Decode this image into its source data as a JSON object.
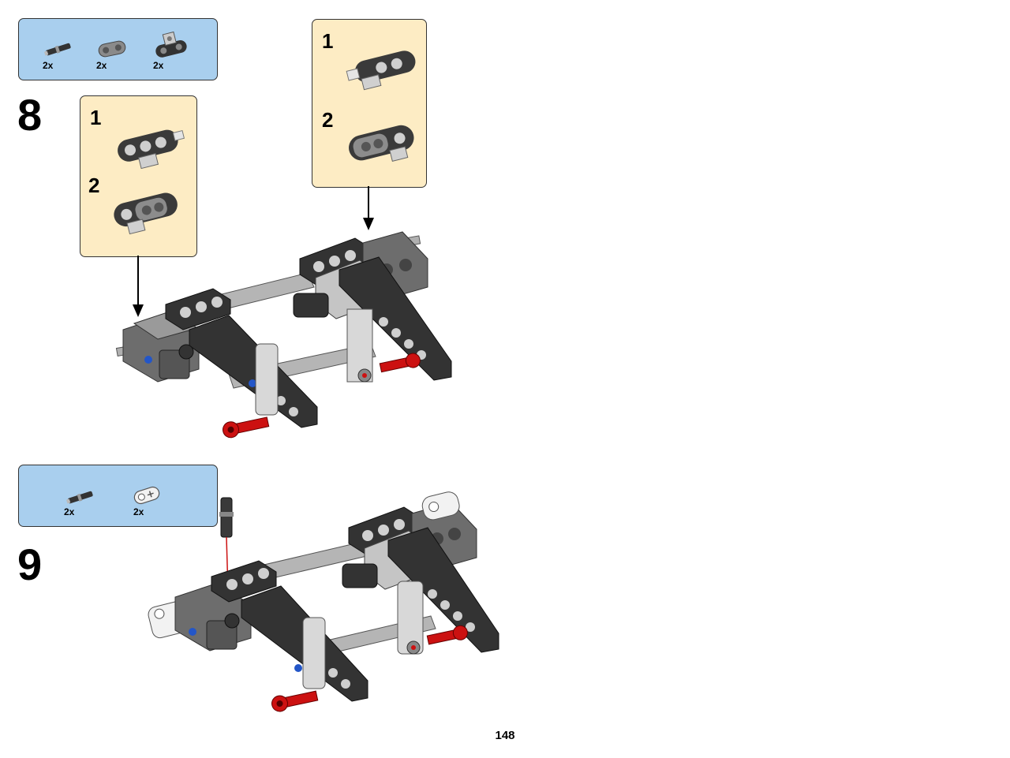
{
  "page": {
    "number": "148"
  },
  "steps": [
    {
      "number": "8",
      "parts": [
        {
          "qty": "2x"
        },
        {
          "qty": "2x"
        },
        {
          "qty": "2x"
        }
      ],
      "callouts": [
        {
          "sub_steps": [
            {
              "number": "1"
            },
            {
              "number": "2"
            }
          ]
        },
        {
          "sub_steps": [
            {
              "number": "1"
            },
            {
              "number": "2"
            }
          ]
        }
      ]
    },
    {
      "number": "9",
      "parts": [
        {
          "qty": "2x"
        },
        {
          "qty": "2x"
        }
      ]
    }
  ],
  "colors": {
    "parts_box": "#a9cfee",
    "callout_box": "#fdecc4",
    "beam_dark": "#333333",
    "beam_grey": "#8c8c8c",
    "light_grey": "#d6d6d6",
    "pin_red": "#cc1111",
    "pin_blue": "#2356c8",
    "arrow": "#000000"
  },
  "icons": [
    "axle-pin-icon",
    "beam-connector-icon",
    "angled-beam-icon",
    "cross-block-icon"
  ]
}
